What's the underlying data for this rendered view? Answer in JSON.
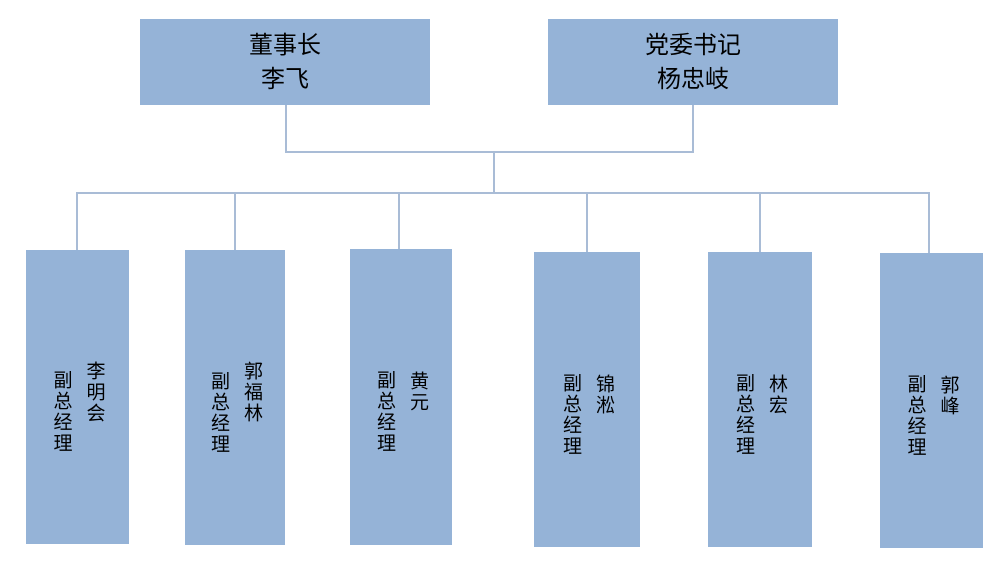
{
  "chairman": {
    "title": "董事长",
    "name": "李飞"
  },
  "party_secretary": {
    "title": "党委书记",
    "name": "杨忠岐"
  },
  "vice_managers": [
    {
      "title": "副总经理",
      "name": "李明会"
    },
    {
      "title": "副总经理",
      "name": "郭福林"
    },
    {
      "title": "副总经理",
      "name": "黄元"
    },
    {
      "title": "副总经理",
      "name": "锦淞"
    },
    {
      "title": "副总经理",
      "name": "林宏"
    },
    {
      "title": "副总经理",
      "name": "郭峰"
    }
  ],
  "colors": {
    "box_fill": "#95b3d7",
    "connector": "#a9bcd6"
  }
}
